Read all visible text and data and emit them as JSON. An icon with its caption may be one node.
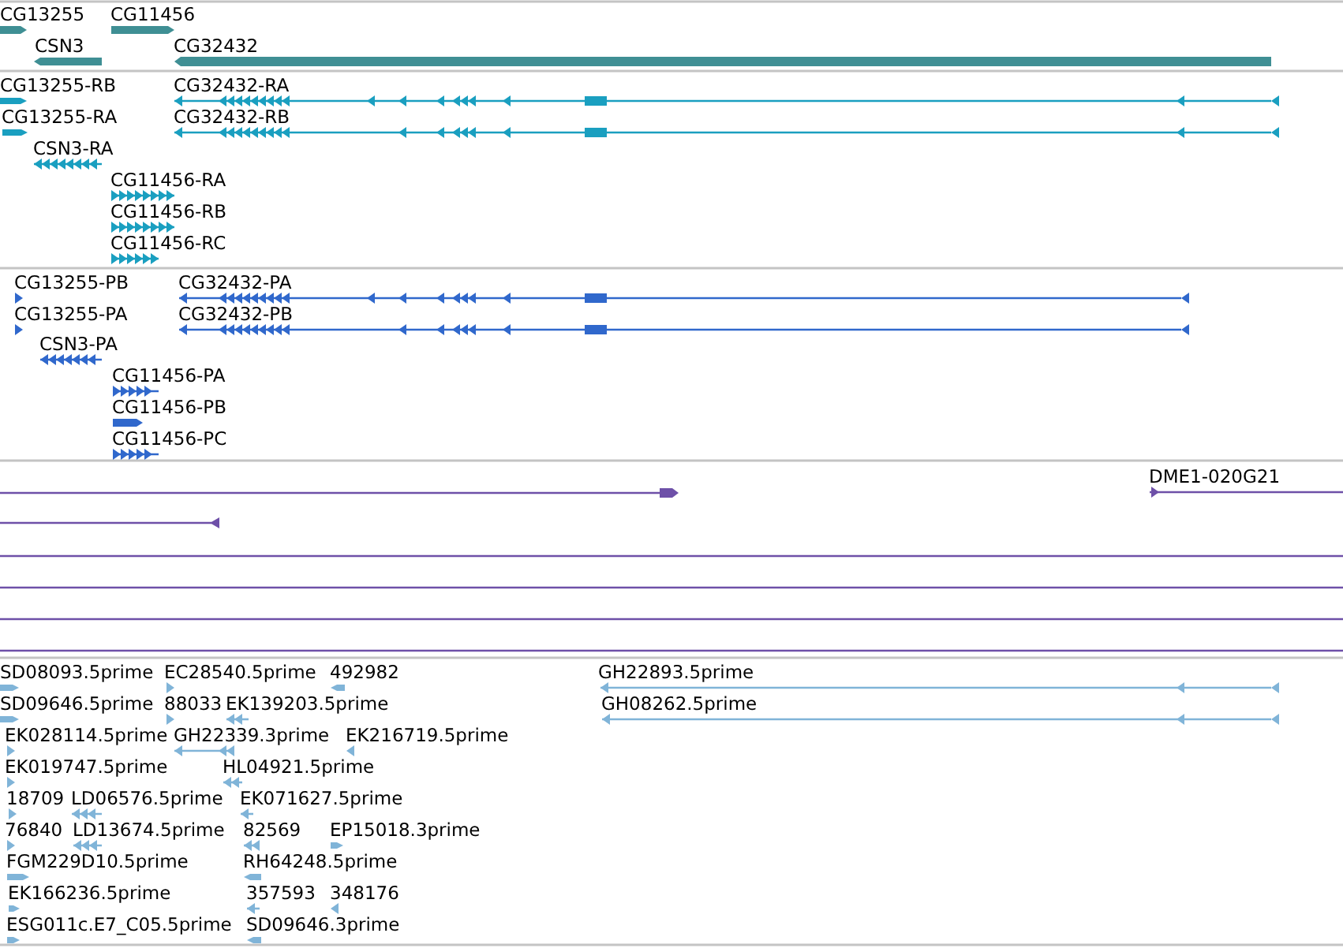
{
  "diagram": {
    "nodes": [
      {
        "text": [
          "CG13255"
        ]
      },
      {
        "text": [
          "CG11456"
        ]
      },
      {
        "text": [
          "CSN3"
        ]
      },
      {
        "text": [
          "CG32432"
        ]
      },
      {
        "text": [
          "CG13255-RB"
        ]
      },
      {
        "text": [
          "CG32432-RA"
        ]
      },
      {
        "text": [
          "CG13255-RA"
        ]
      },
      {
        "text": [
          "CG32432-RB"
        ]
      },
      {
        "text": [
          "CSN3-RA"
        ]
      },
      {
        "text": [
          "CG11456-RA"
        ]
      },
      {
        "text": [
          "CG11456-RB"
        ]
      },
      {
        "text": [
          "CG11456-RC"
        ]
      },
      {
        "text": [
          "CG13255-PB"
        ]
      },
      {
        "text": [
          "CG32432-PA"
        ]
      },
      {
        "text": [
          "CG13255-PA"
        ]
      },
      {
        "text": [
          "CG32432-PB"
        ]
      },
      {
        "text": [
          "CSN3-PA"
        ]
      },
      {
        "text": [
          "CG11456-PA"
        ]
      },
      {
        "text": [
          "CG11456-PB"
        ]
      },
      {
        "text": [
          "CG11456-PC"
        ]
      },
      {
        "text": [
          "DME1-020G21"
        ]
      },
      {
        "text": [
          "SD08093.5prime"
        ]
      },
      {
        "text": [
          "EC28540.5prime"
        ]
      },
      {
        "text": [
          "492982"
        ]
      },
      {
        "text": [
          "GH22893.5prime"
        ]
      },
      {
        "text": [
          "SD09646.5prime"
        ]
      },
      {
        "text": [
          "88033"
        ]
      },
      {
        "text": [
          "EK139203.5prime"
        ]
      },
      {
        "text": [
          "GH08262.5prime"
        ]
      },
      {
        "text": [
          "EK028114.5prime"
        ]
      },
      {
        "text": [
          "GH22339.3prime"
        ]
      },
      {
        "text": [
          "EK216719.5prime"
        ]
      },
      {
        "text": [
          "EK019747.5prime"
        ]
      },
      {
        "text": [
          "HL04921.5prime"
        ]
      },
      {
        "text": [
          "18709"
        ]
      },
      {
        "text": [
          "LD06576.5prime"
        ]
      },
      {
        "text": [
          "EK071627.5prime"
        ]
      },
      {
        "text": [
          "76840"
        ]
      },
      {
        "text": [
          "LD13674.5prime"
        ]
      },
      {
        "text": [
          "82569"
        ]
      },
      {
        "text": [
          "EP15018.3prime"
        ]
      },
      {
        "text": [
          "FGM229D10.5prime"
        ]
      },
      {
        "text": [
          "RH64248.5prime"
        ]
      },
      {
        "text": [
          "EK166236.5prime"
        ]
      },
      {
        "text": [
          "357593"
        ]
      },
      {
        "text": [
          "348176"
        ]
      },
      {
        "text": [
          "ESG011c.E7_C05.5prime"
        ]
      },
      {
        "text": [
          "SD09646.3prime"
        ]
      }
    ]
  }
}
